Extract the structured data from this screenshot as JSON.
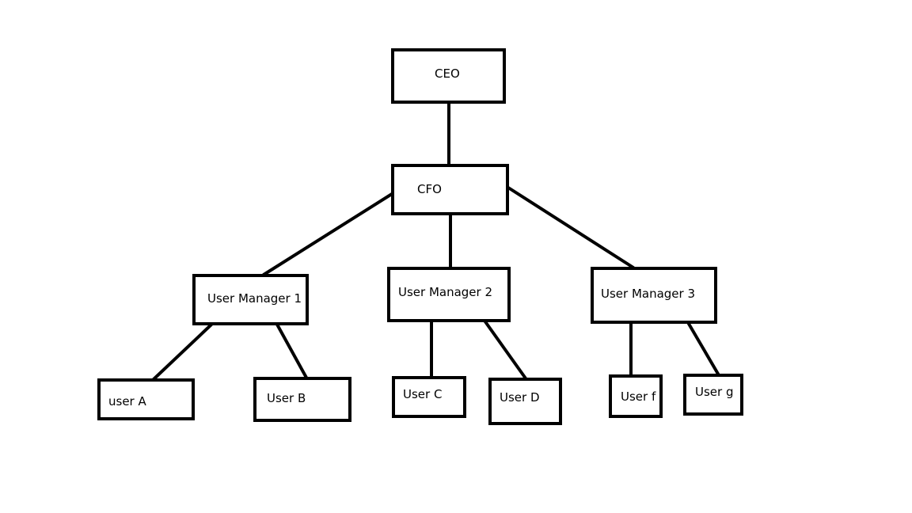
{
  "nodes": {
    "ceo": "CEO",
    "cfo": "CFO",
    "manager1": "User Manager 1",
    "manager2": "User Manager 2",
    "manager3": "User Manager 3",
    "userA": "user A",
    "userB": "User B",
    "userC": "User C",
    "userD": "User D",
    "userF": "User f",
    "userG": "User g"
  },
  "edges": [
    [
      "ceo",
      "cfo"
    ],
    [
      "cfo",
      "manager1"
    ],
    [
      "cfo",
      "manager2"
    ],
    [
      "cfo",
      "manager3"
    ],
    [
      "manager1",
      "userA"
    ],
    [
      "manager1",
      "userB"
    ],
    [
      "manager2",
      "userC"
    ],
    [
      "manager2",
      "userD"
    ],
    [
      "manager3",
      "userF"
    ],
    [
      "manager3",
      "userG"
    ]
  ],
  "style": {
    "stroke": "#000000",
    "background": "#ffffff"
  }
}
